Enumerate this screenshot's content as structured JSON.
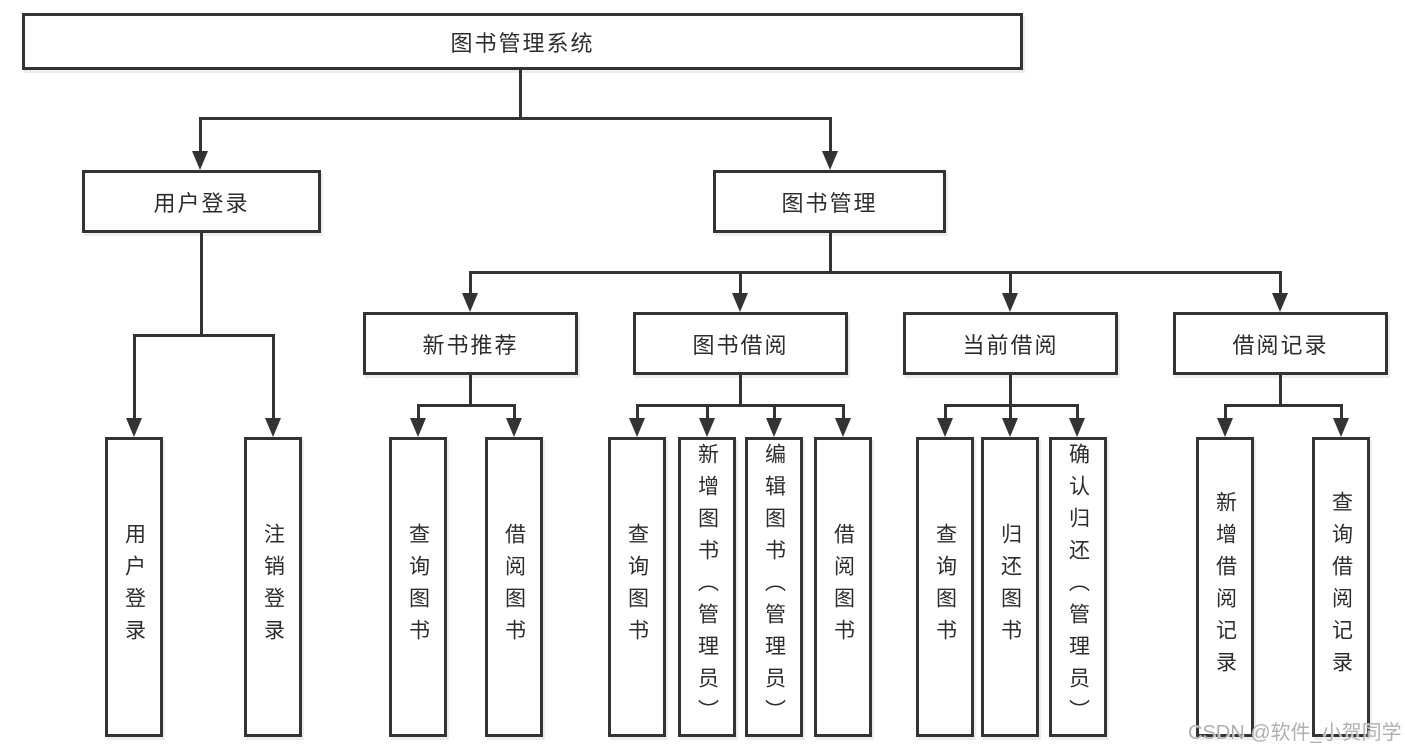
{
  "diagram": {
    "root_label": "图书管理系统",
    "level2": [
      {
        "label": "用户登录"
      },
      {
        "label": "图书管理"
      }
    ],
    "level3": [
      {
        "label": "新书推荐"
      },
      {
        "label": "图书借阅"
      },
      {
        "label": "当前借阅"
      },
      {
        "label": "借阅记录"
      }
    ],
    "leaves": [
      {
        "label": "用户登录"
      },
      {
        "label": "注销登录"
      },
      {
        "label": "查询图书"
      },
      {
        "label": "借阅图书"
      },
      {
        "label": "查询图书"
      },
      {
        "label": "新增图书（管理员）"
      },
      {
        "label": "编辑图书（管理员）"
      },
      {
        "label": "借阅图书"
      },
      {
        "label": "查询图书"
      },
      {
        "label": "归还图书"
      },
      {
        "label": "确认归还（管理员）"
      },
      {
        "label": "新增借阅记录"
      },
      {
        "label": "查询借阅记录"
      }
    ]
  },
  "watermark": {
    "text": "CSDN @软件_小贺同学"
  },
  "colors": {
    "line": "#333333",
    "text": "#2d2d2d",
    "background": "#ffffff",
    "watermark": "#b0b0b0"
  }
}
